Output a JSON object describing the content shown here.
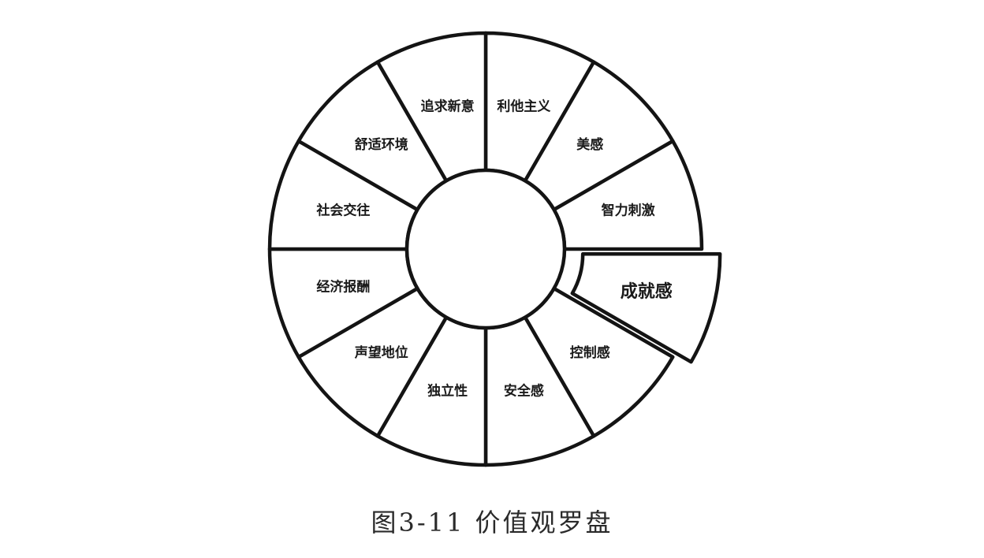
{
  "diagram": {
    "segments": [
      {
        "label": "利他主义"
      },
      {
        "label": "美感"
      },
      {
        "label": "智力刺激"
      },
      {
        "label": "成就感",
        "highlighted": true
      },
      {
        "label": "控制感"
      },
      {
        "label": "安全感"
      },
      {
        "label": "独立性"
      },
      {
        "label": "声望地位"
      },
      {
        "label": "经济报酬"
      },
      {
        "label": "社会交往"
      },
      {
        "label": "舒适环境"
      },
      {
        "label": "追求新意"
      }
    ]
  },
  "caption": "图3-11 价值观罗盘"
}
